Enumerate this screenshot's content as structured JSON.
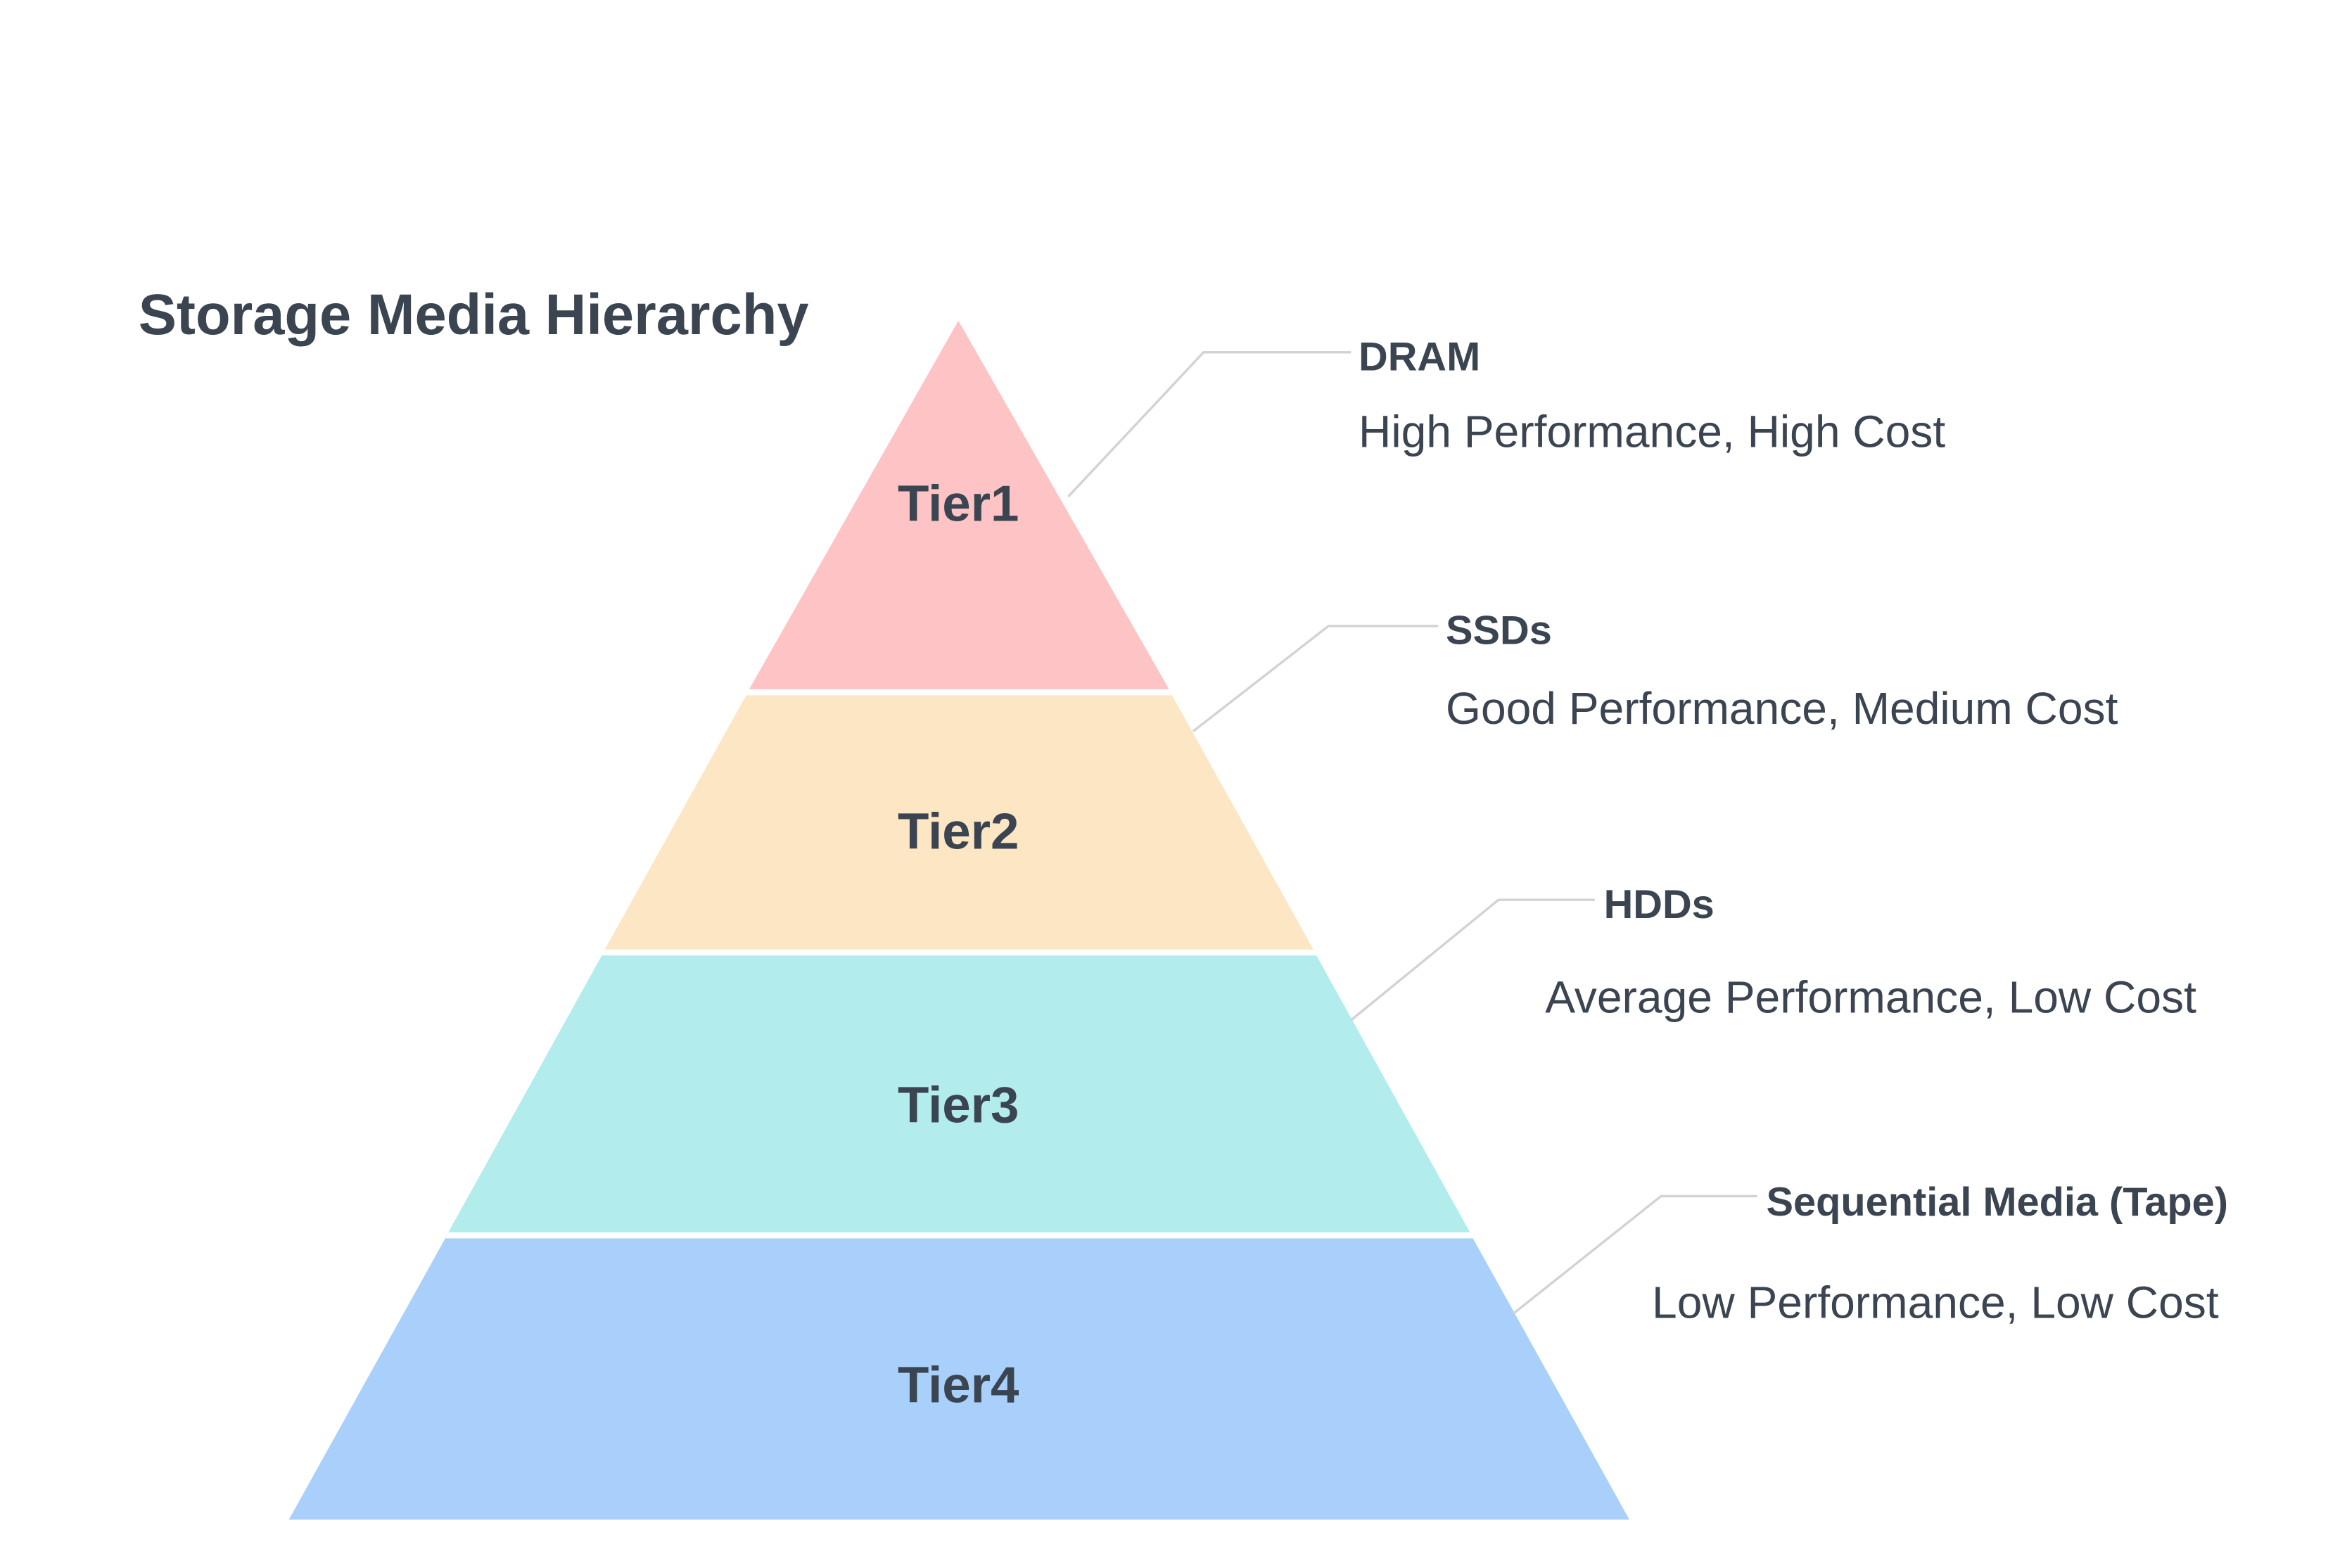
{
  "title": "Storage Media Hierarchy",
  "colors": {
    "tier1": "#fdc3c5",
    "tier2": "#fde6c4",
    "tier3": "#b2ecec",
    "tier4": "#a8d0fb",
    "text": "#3b4451",
    "leader": "#d3d3d3"
  },
  "tiers": [
    {
      "label": "Tier1",
      "media": "DRAM",
      "description": "High Performance, High Cost"
    },
    {
      "label": "Tier2",
      "media": "SSDs",
      "description": "Good Performance, Medium Cost"
    },
    {
      "label": "Tier3",
      "media": "HDDs",
      "description": "Average Performance, Low Cost"
    },
    {
      "label": "Tier4",
      "media": "Sequential Media (Tape)",
      "description": "Low Performance, Low Cost"
    }
  ]
}
